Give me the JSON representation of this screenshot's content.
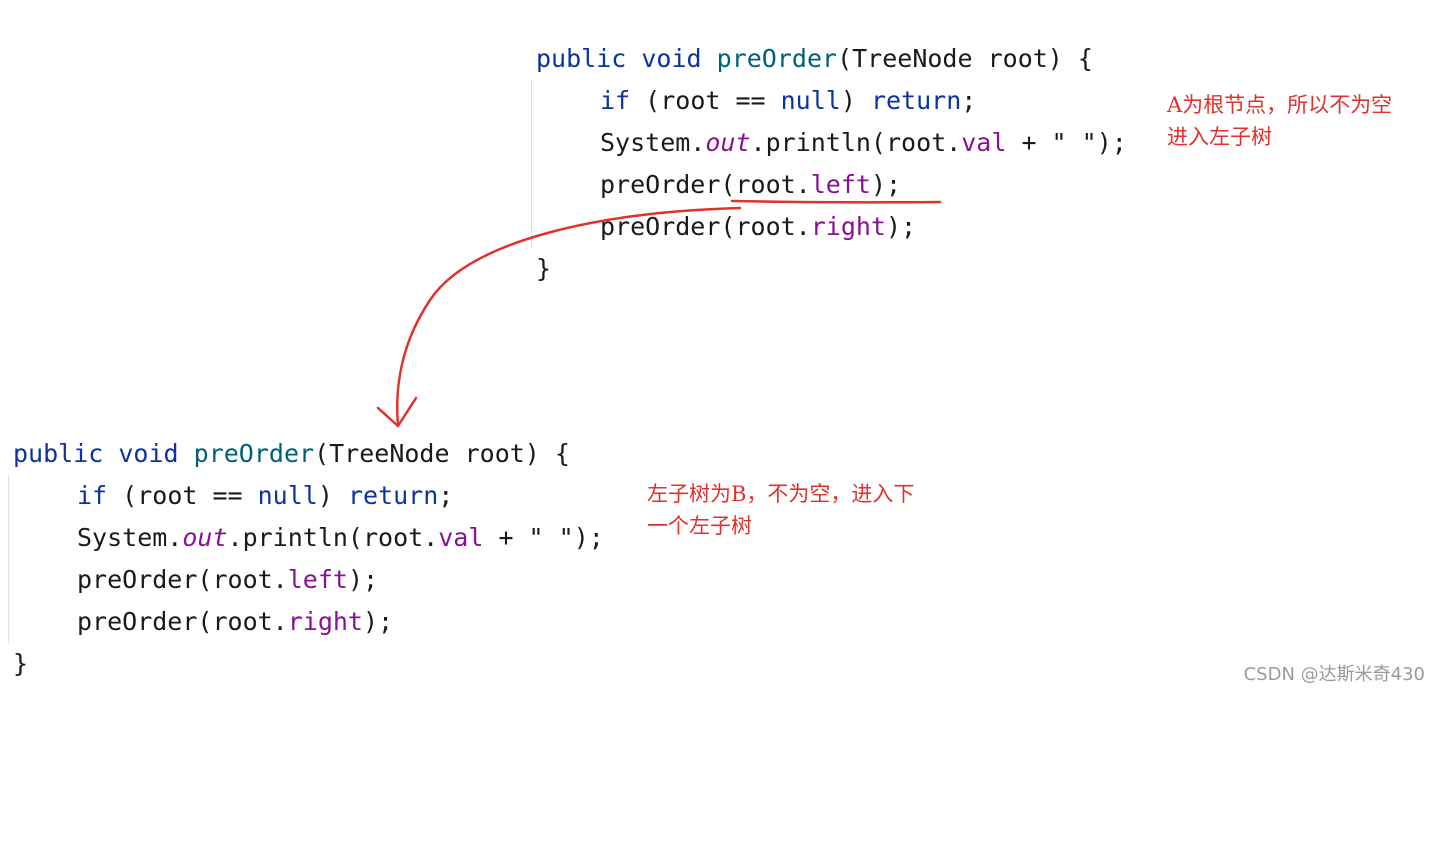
{
  "colors": {
    "keyword": "#0b34a0",
    "method": "#00627a",
    "field": "#871094",
    "plain": "#1a1a1a",
    "annotation": "#e0312b",
    "watermark": "#9a9a9a"
  },
  "code_top": {
    "l1": {
      "kw1": "public",
      "kw2": "void",
      "fn": "preOrder",
      "rest": "(TreeNode root) {"
    },
    "l2": {
      "kw1": "if",
      "p1": " (root == ",
      "kw2": "null",
      "p2": ") ",
      "kw3": "return",
      "p3": ";"
    },
    "l3": {
      "p1": "System.",
      "sf": "out",
      "p2": ".println(root.",
      "f": "val",
      "p3": " + \" \");"
    },
    "l4": {
      "p1": "preOrder(root.",
      "f": "left",
      "p2": ");"
    },
    "l5": {
      "p1": "preOrder(root.",
      "f": "right",
      "p2": ");"
    },
    "l6": {
      "p1": "}"
    }
  },
  "code_bottom": {
    "l1": {
      "kw1": "public",
      "kw2": "void",
      "fn": "preOrder",
      "rest": "(TreeNode root) {"
    },
    "l2": {
      "kw1": "if",
      "p1": " (root == ",
      "kw2": "null",
      "p2": ") ",
      "kw3": "return",
      "p3": ";"
    },
    "l3": {
      "p1": "System.",
      "sf": "out",
      "p2": ".println(root.",
      "f": "val",
      "p3": " + \" \");"
    },
    "l4": {
      "p1": "preOrder(root.",
      "f": "left",
      "p2": ");"
    },
    "l5": {
      "p1": "preOrder(root.",
      "f": "right",
      "p2": ");"
    },
    "l6": {
      "p1": "}"
    }
  },
  "annotations": {
    "top_line1": "A为根节点，所以不为空",
    "top_line2": "进入左子树",
    "bottom_line1": "左子树为B，不为空，进入下",
    "bottom_line2": "一个左子树"
  },
  "watermark": "CSDN @达斯米奇430"
}
